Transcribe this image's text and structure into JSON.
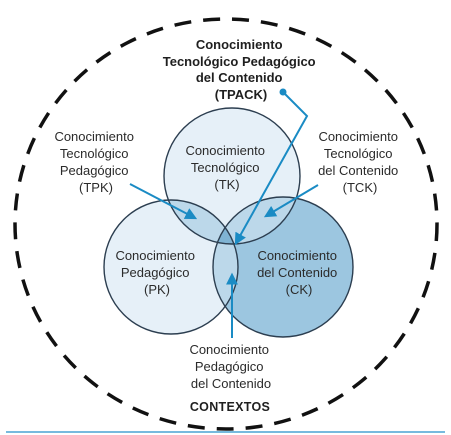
{
  "colors": {
    "circle_fill": "#e6f0f8",
    "circle_stroke": "#2c3e50",
    "pair_overlap": "#bcd8ea",
    "ck_fill": "#9cc6e0",
    "center_overlap": "#7fb3d3",
    "arrow": "#1a8bc4",
    "dashed_ring": "#111111",
    "bottom_rule": "#4aa3d3"
  },
  "tpack": [
    "Conocimiento",
    "Tecnológico Pedagógico",
    "del Contenido",
    "(TPACK)"
  ],
  "tk": [
    "Conocimiento",
    "Tecnológico",
    "(TK)"
  ],
  "pk": [
    "Conocimiento",
    "Pedagógico",
    "(PK)"
  ],
  "ck": [
    "Conocimiento",
    "del Contenido",
    "(CK)"
  ],
  "tpk": [
    "Conocimiento",
    "Tecnológico",
    "Pedagógico",
    "(TPK)"
  ],
  "tck": [
    "Conocimiento",
    "Tecnológico",
    "del Contenido",
    "(TCK)"
  ],
  "pck": [
    "Conocimiento",
    "Pedagógico",
    "del Contenido"
  ],
  "context_label": "CONTEXTOS"
}
